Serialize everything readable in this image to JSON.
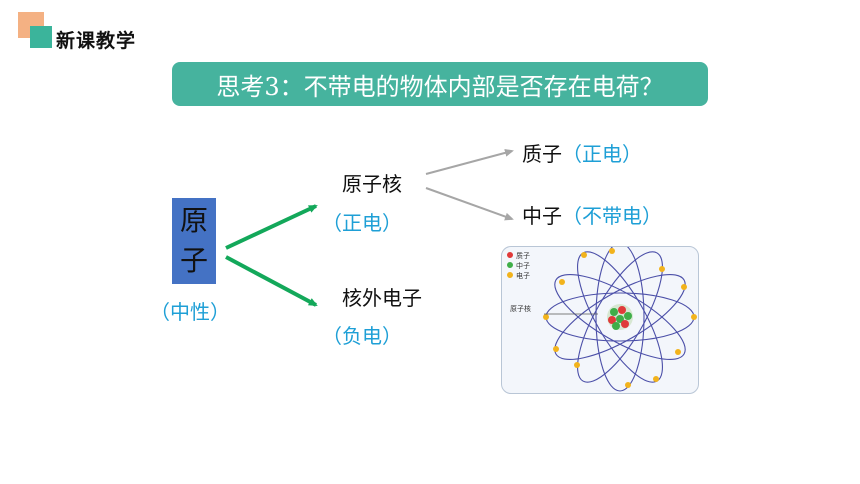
{
  "header": {
    "section_title": "新课教学"
  },
  "question": "思考3：不带电的物体内部是否存在电荷？",
  "atom": {
    "char1": "原",
    "char2": "子",
    "charge": "（中性）"
  },
  "nucleus": {
    "label": "原子核",
    "charge": "（正电）"
  },
  "electrons": {
    "label": "核外电子",
    "charge": "（负电）"
  },
  "proton": {
    "label": "质子",
    "charge": "（正电）"
  },
  "neutron": {
    "label": "中子",
    "charge": "（不带电）"
  },
  "diagram": {
    "legend": [
      "质子",
      "中子",
      "电子"
    ],
    "nucleus_label": "原子核",
    "colors": {
      "proton": "#e03a3a",
      "neutron": "#3fae49",
      "electron": "#f2b31c",
      "orbit": "#4b4fa8"
    }
  },
  "colors": {
    "accent": "#46b39e",
    "atom_box": "#4472c4",
    "charge_text": "#1e9fd6",
    "arrow_green": "#13a85a",
    "arrow_gray": "#a6a6a6"
  }
}
